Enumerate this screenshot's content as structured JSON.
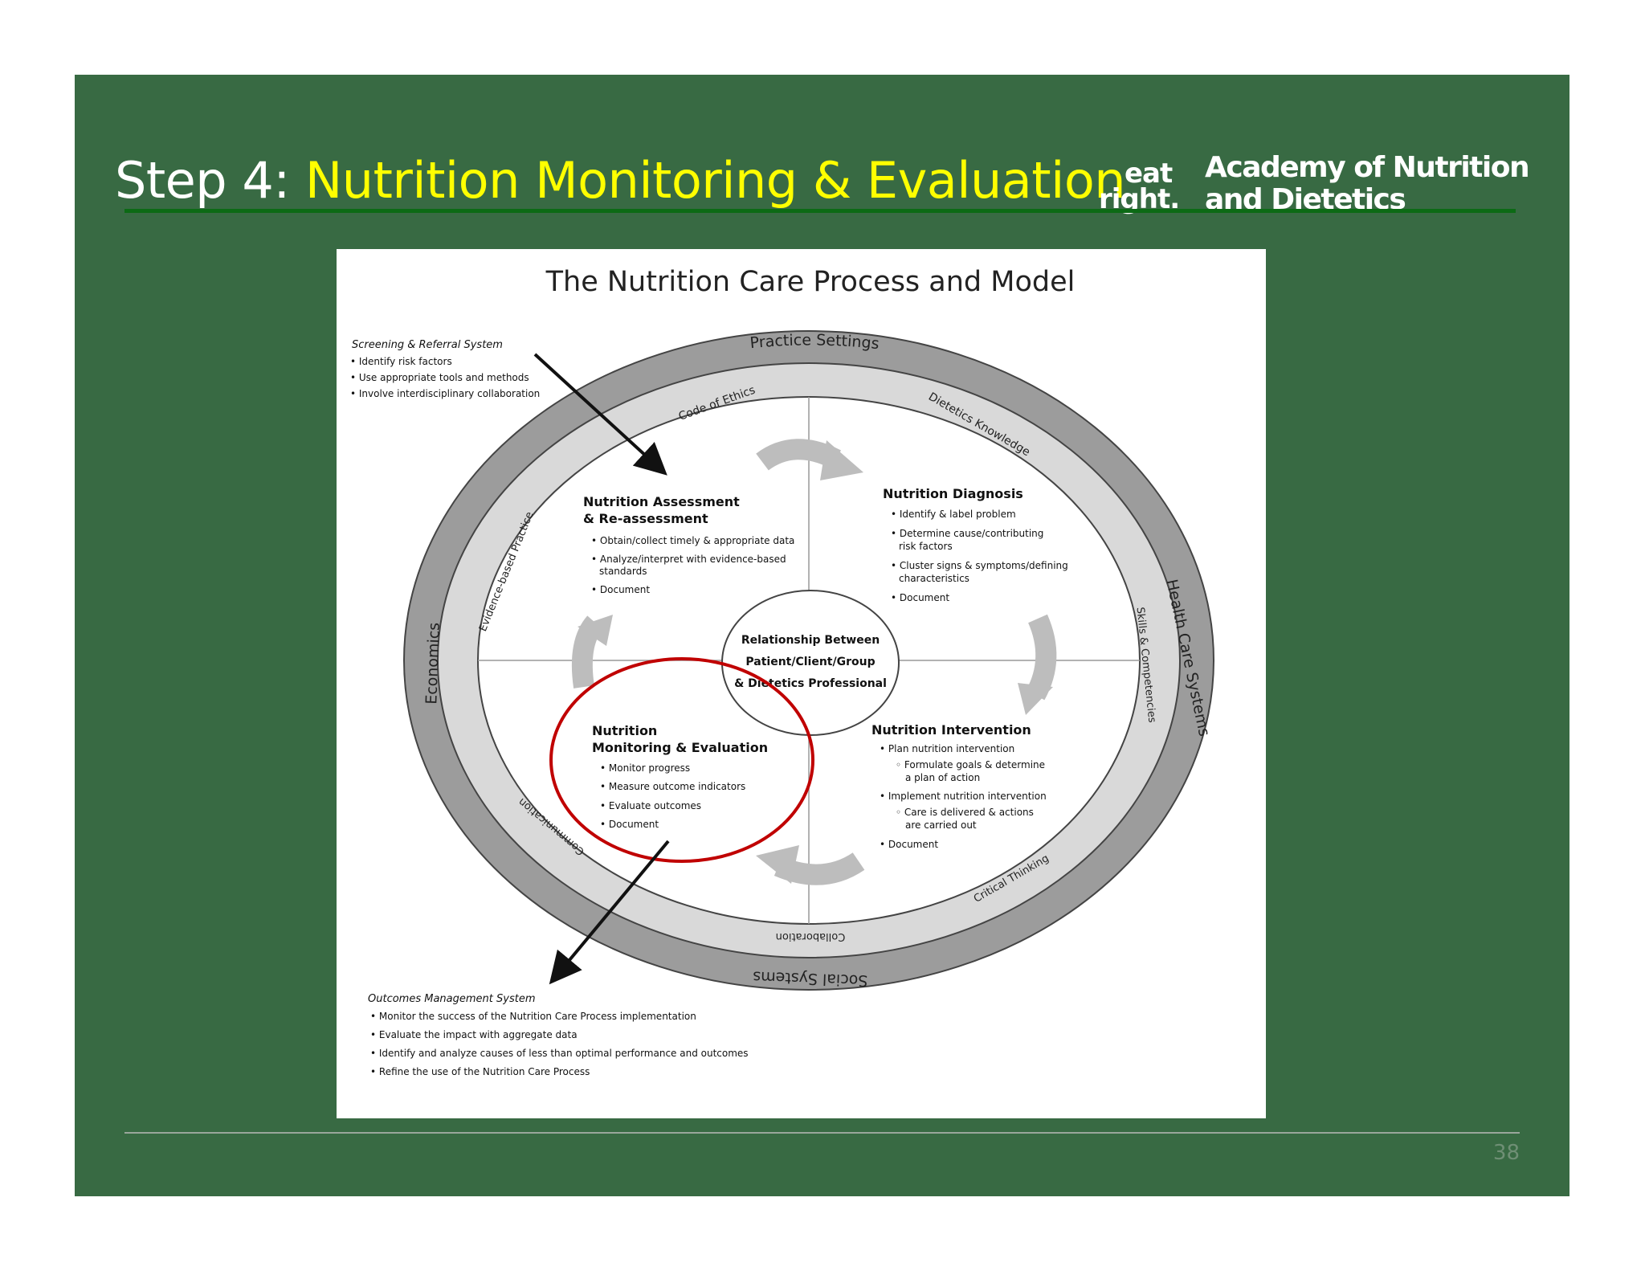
{
  "slide": {
    "title_prefix": "Step 4: ",
    "title_main": "Nutrition Monitoring & Evaluation",
    "page_number": "38",
    "colors": {
      "background": "#386a43",
      "title_accent": "#ffff00",
      "rule": "#0c6a15",
      "highlight_circle": "#c00000"
    }
  },
  "logo": {
    "mark_top": "eat",
    "mark_bottom": "right.",
    "line1": "Academy of Nutrition",
    "line2": "and Dietetics"
  },
  "diagram": {
    "title": "The Nutrition Care Process and Model",
    "screening": {
      "heading": "Screening & Referral System",
      "items": [
        "• Identify risk factors",
        "• Use appropriate tools and methods",
        "• Involve interdisciplinary collaboration"
      ]
    },
    "outcomes": {
      "heading": "Outcomes Management System",
      "items": [
        "• Monitor the success of the Nutrition Care Process implementation",
        "• Evaluate the impact with aggregate data",
        "• Identify and analyze causes of less than optimal performance and outcomes",
        "• Refine the use of the Nutrition Care Process"
      ]
    },
    "outer_ring": {
      "practice_settings": "Practice Settings",
      "health_care_systems": "Health Care Systems",
      "social_systems": "Social Systems",
      "economics": "Economics"
    },
    "inner_ring": {
      "code_of_ethics": "Code of Ethics",
      "dietetics_knowledge": "Dietetics Knowledge",
      "skills_competencies": "Skills & Competencies",
      "critical_thinking": "Critical Thinking",
      "collaboration": "Collaboration",
      "communication": "Communication",
      "evidence_based_practice": "Evidence-based Practice"
    },
    "center": [
      "Relationship Between",
      "Patient/Client/Group",
      "& Dietetics Professional"
    ],
    "assessment": {
      "heading": [
        "Nutrition Assessment",
        "& Re-assessment"
      ],
      "items": [
        "• Obtain/collect timely & appropriate data",
        "• Analyze/interpret with evidence-based",
        "standards",
        "• Document"
      ]
    },
    "diagnosis": {
      "heading": "Nutrition Diagnosis",
      "items": [
        "• Identify & label problem",
        "• Determine cause/contributing",
        "risk factors",
        "• Cluster signs & symptoms/defining",
        "characteristics",
        "• Document"
      ]
    },
    "intervention": {
      "heading": "Nutrition Intervention",
      "items": [
        "• Plan nutrition intervention",
        "◦ Formulate goals & determine",
        "a plan of action",
        "• Implement nutrition intervention",
        "◦ Care is delivered & actions",
        "are carried out",
        "• Document"
      ]
    },
    "monitoring": {
      "heading": [
        "Nutrition",
        "Monitoring & Evaluation"
      ],
      "items": [
        "• Monitor progress",
        "• Measure outcome indicators",
        "• Evaluate outcomes",
        "• Document"
      ]
    }
  }
}
